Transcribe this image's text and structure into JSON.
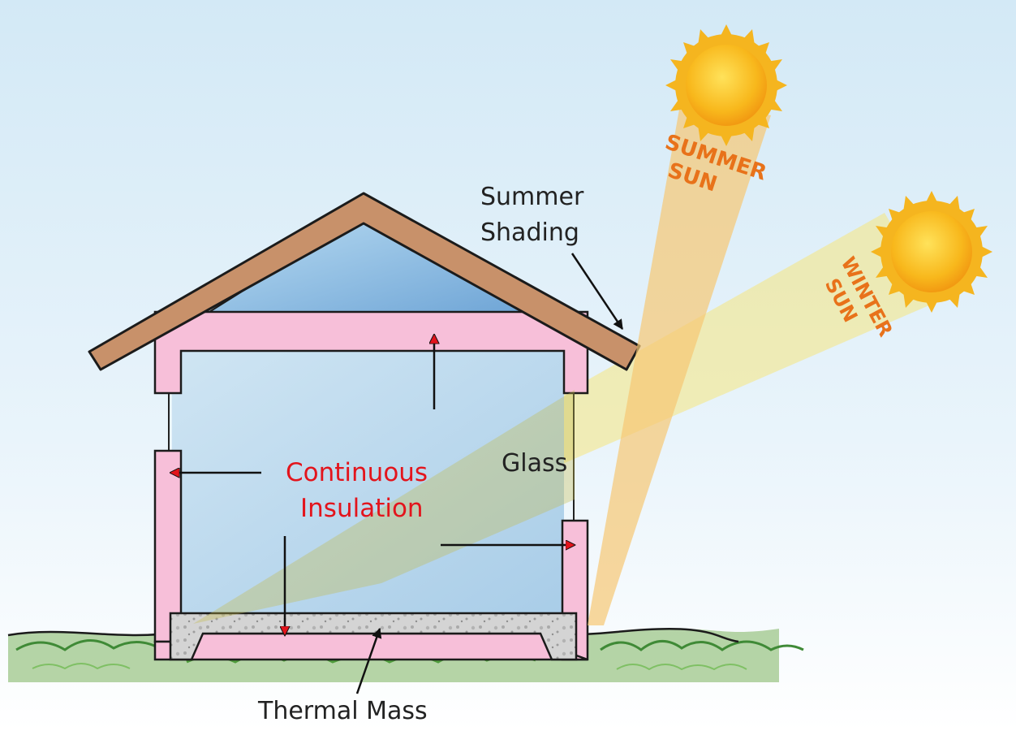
{
  "labels": {
    "summer_shading_line1": "Summer",
    "summer_shading_line2": "Shading",
    "glass": "Glass",
    "continuous_line1": "Continuous",
    "continuous_line2": "Insulation",
    "thermal_mass": "Thermal Mass",
    "summer_sun_line1": "SUMMER",
    "summer_sun_line2": "SUN",
    "winter_sun_line1": "WINTER",
    "winter_sun_line2": "SUN"
  },
  "colors": {
    "sky_top": "#d6ebf7",
    "roof": "#c8916a",
    "insulation": "#f7bfd9",
    "interior": "#bcd9ec",
    "attic": "#7fb2dc",
    "summer_beam": "#f7c873",
    "winter_beam": "#f5e67e",
    "sun": "#f7b118",
    "sun_label": "#e8721a",
    "insulation_label": "#e3141c",
    "concrete": "#d2d2d2",
    "grass": "#5f9e45"
  }
}
